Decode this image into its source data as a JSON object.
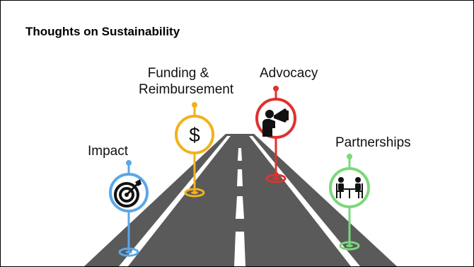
{
  "title": "Thoughts on Sustainability",
  "pins": [
    {
      "label": "Impact",
      "icon": "target-icon",
      "color": "#5aa7e8"
    },
    {
      "label_line1": "Funding &",
      "label_line2": "Reimbursement",
      "icon": "dollar-icon",
      "symbol": "$",
      "color": "#f2b21b"
    },
    {
      "label": "Advocacy",
      "icon": "megaphone-speaker-icon",
      "color": "#e0312e"
    },
    {
      "label": "Partnerships",
      "icon": "meeting-table-icon",
      "color": "#7bd87b"
    }
  ],
  "colors": {
    "road": "#5a5a5a",
    "road_lines": "#ffffff"
  }
}
